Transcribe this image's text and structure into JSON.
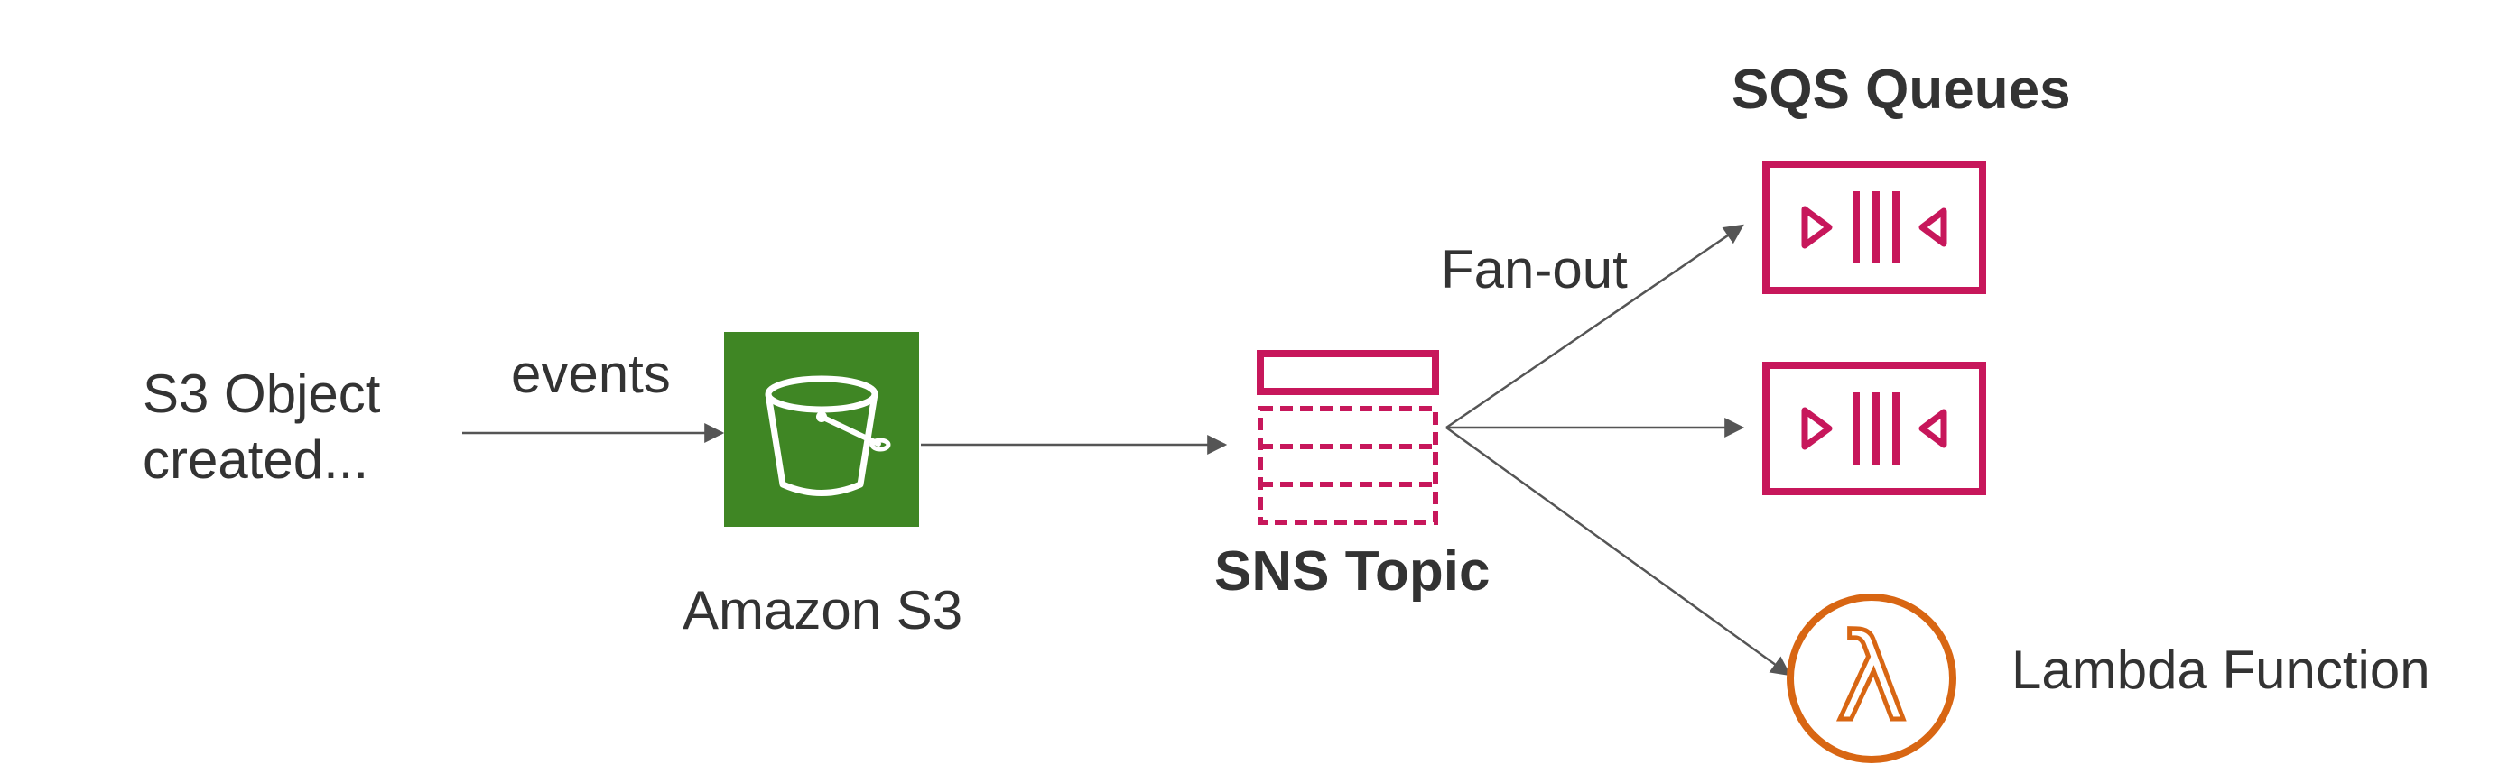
{
  "source": {
    "label": "S3 Object\ncreated..."
  },
  "edges": {
    "events_label": "events",
    "fanout_label": "Fan-out"
  },
  "s3": {
    "label": "Amazon S3",
    "icon": "s3-bucket-icon",
    "color": "#3f8624"
  },
  "sns": {
    "label": "SNS Topic",
    "icon": "sns-topic-icon",
    "color": "#c7175b"
  },
  "sqs": {
    "label": "SQS Queues",
    "icon": "sqs-queue-icon",
    "color": "#c7175b",
    "count": 2
  },
  "lambda": {
    "label": "Lambda Function",
    "icon": "lambda-icon",
    "color": "#d86613",
    "symbol": "λ"
  },
  "arrow_color": "#555555"
}
